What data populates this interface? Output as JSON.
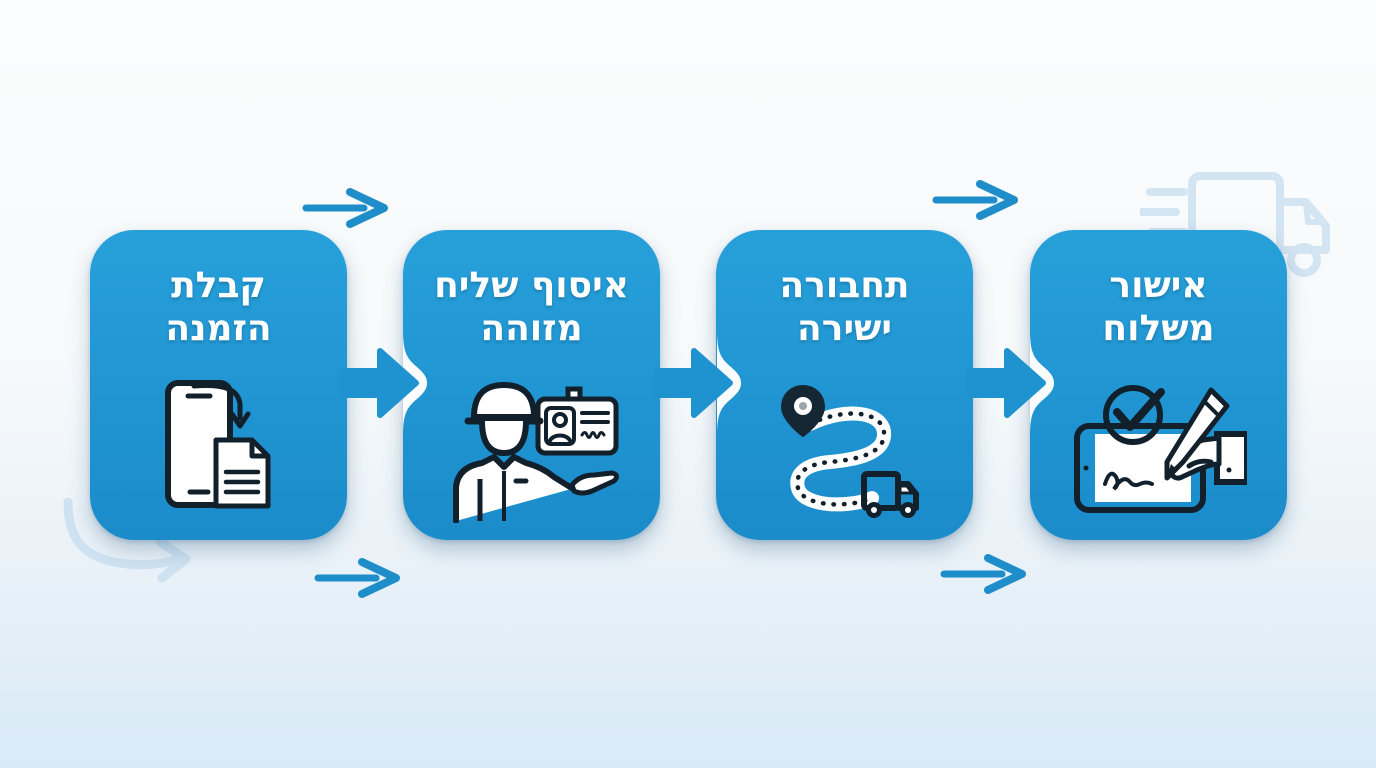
{
  "infographic": {
    "name": "delivery-process-flow",
    "direction": "ltr-visual-flow",
    "colors": {
      "card_blue": "#2095d2",
      "card_blue_dark": "#1b8bca",
      "arrow_blue": "#1e8dc9",
      "faded_blue": "#cfe2f1",
      "icon_outline": "#11202b",
      "text_white": "#ffffff",
      "background_top": "#fbfcfd",
      "background_bottom": "#d9eaf7"
    },
    "steps": [
      {
        "title_line1": "קבלת",
        "title_line2": "הזמנה",
        "icon": "phone-to-document-icon"
      },
      {
        "title_line1": "איסוף שליח",
        "title_line2": "מזוהה",
        "icon": "courier-id-badge-icon"
      },
      {
        "title_line1": "תחבורה",
        "title_line2": "ישירה",
        "icon": "route-map-truck-icon"
      },
      {
        "title_line1": "אישור",
        "title_line2": "משלוח",
        "icon": "signature-check-icon"
      }
    ],
    "decorations": {
      "top_right": "speeding-truck-icon",
      "bottom_left": "curved-flow-arrow",
      "between_cards": "right-arrow-connector",
      "flow_arrows": "right-arrow"
    }
  }
}
